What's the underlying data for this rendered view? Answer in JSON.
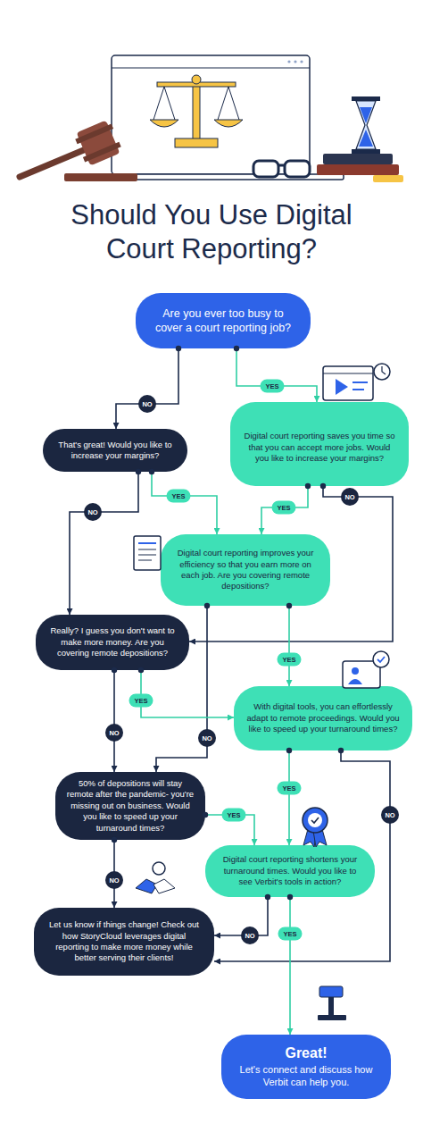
{
  "diagram": {
    "title": "Should You Use Digital Court Reporting?",
    "nodes": [
      {
        "text": [
          "Are you ever too busy to cover a court reporting job?"
        ]
      },
      {
        "text": [
          "That's great! Would you like to increase your margins?"
        ]
      },
      {
        "text": [
          "Digital court reporting saves you time so that you can accept more jobs. Would you like to increase your margins?"
        ]
      },
      {
        "text": [
          "Digital court reporting improves your efficiency so that you earn more on each job. Are you covering remote depositions?"
        ]
      },
      {
        "text": [
          "Really? I guess you don't want to make more money. Are you covering remote depositions?"
        ]
      },
      {
        "text": [
          "With digital tools, you can effortlessly adapt to remote proceedings. Would you like to speed up your turnaround times?"
        ]
      },
      {
        "text": [
          "50% of depositions will stay remote after the pandemic- you're missing out on business. Would you like to speed up your turnaround times?"
        ]
      },
      {
        "text": [
          "Digital court reporting shortens your turnaround times. Would you like to see Verbit's tools in action?"
        ]
      },
      {
        "text": [
          "Let us know if things change! Check out how StoryCloud leverages digital reporting to make more money while better serving their clients!"
        ]
      },
      {
        "text": [
          "Great!",
          "Let's connect and discuss how Verbit can help you."
        ]
      }
    ],
    "edges": [
      {
        "from": 0,
        "to": 1,
        "label": "NO",
        "arrow": "to"
      },
      {
        "from": 0,
        "to": 2,
        "label": "YES",
        "arrow": "to"
      },
      {
        "from": 1,
        "to": 3,
        "label": "YES",
        "arrow": "to"
      },
      {
        "from": 1,
        "to": 4,
        "label": "NO",
        "arrow": "to"
      },
      {
        "from": 2,
        "to": 3,
        "label": "YES",
        "arrow": "to"
      },
      {
        "from": 2,
        "to": 4,
        "label": "NO",
        "arrow": "to"
      },
      {
        "from": 3,
        "to": 5,
        "label": "YES",
        "arrow": "to"
      },
      {
        "from": 3,
        "to": 6,
        "label": "NO",
        "arrow": "to"
      },
      {
        "from": 4,
        "to": 5,
        "label": "YES",
        "arrow": "to"
      },
      {
        "from": 4,
        "to": 6,
        "label": "NO",
        "arrow": "to"
      },
      {
        "from": 5,
        "to": 7,
        "label": "YES",
        "arrow": "to"
      },
      {
        "from": 5,
        "to": 8,
        "label": "NO",
        "arrow": "to"
      },
      {
        "from": 6,
        "to": 7,
        "label": "YES",
        "arrow": "to"
      },
      {
        "from": 6,
        "to": 8,
        "label": "NO",
        "arrow": "to"
      },
      {
        "from": 7,
        "to": 8,
        "label": "NO",
        "arrow": "to"
      },
      {
        "from": 7,
        "to": 9,
        "label": "YES",
        "arrow": "to"
      }
    ]
  }
}
